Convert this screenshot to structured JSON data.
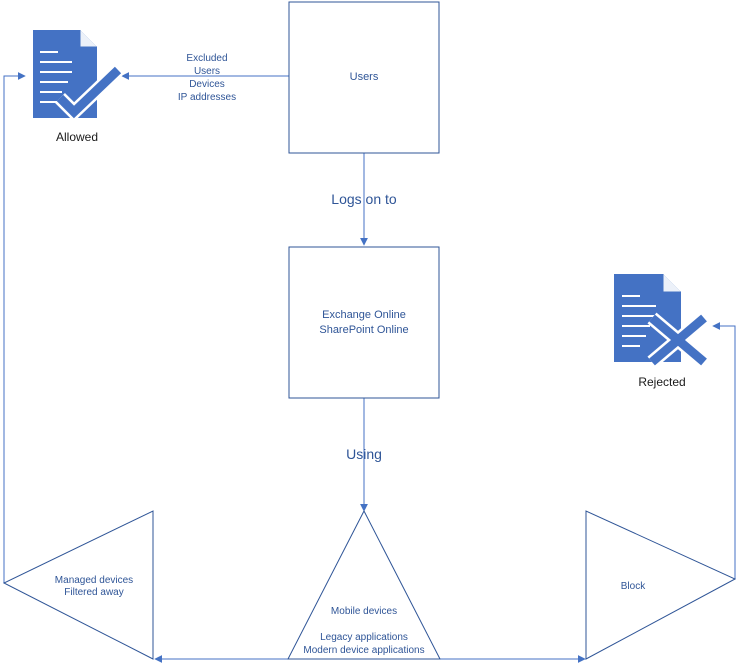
{
  "nodes": {
    "users": {
      "label": "Users"
    },
    "services": {
      "lines": [
        "Exchange Online",
        "SharePoint Online"
      ]
    },
    "mobile": {
      "lines": [
        "Mobile devices",
        "Legacy applications",
        "Modern device applications"
      ]
    },
    "managed": {
      "lines": [
        "Managed devices",
        "Filtered away"
      ]
    },
    "block": {
      "label": "Block"
    }
  },
  "edges": {
    "logs_on": "Logs on to",
    "using": "Using",
    "excluded": [
      "Excluded",
      "Users",
      "Devices",
      "IP addresses"
    ]
  },
  "outcomes": {
    "allowed": {
      "label": "Allowed",
      "icon": "document-check-icon"
    },
    "rejected": {
      "label": "Rejected",
      "icon": "document-cross-icon"
    }
  },
  "colors": {
    "line": "#4472c4",
    "text": "#2f5597",
    "icon": "#4472c4",
    "outcome_text": "#1a1a1a"
  }
}
